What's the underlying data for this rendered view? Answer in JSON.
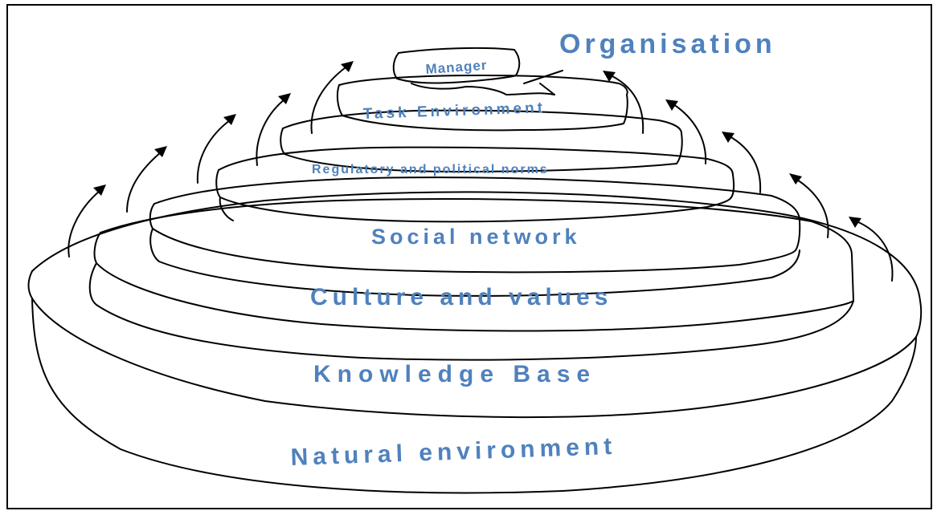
{
  "diagram": {
    "title": "Organisation",
    "layers": [
      {
        "id": "natural",
        "label": "Natural environment"
      },
      {
        "id": "knowledge",
        "label": "Knowledge Base"
      },
      {
        "id": "culture",
        "label": "Culture and values"
      },
      {
        "id": "social",
        "label": "Social network"
      },
      {
        "id": "regulatory",
        "label": "Regulatory and political norms"
      },
      {
        "id": "task",
        "label": "Task Environment"
      },
      {
        "id": "manager",
        "label": "Manager"
      }
    ],
    "label_color": "#4f81bd",
    "line_color": "#000000"
  }
}
